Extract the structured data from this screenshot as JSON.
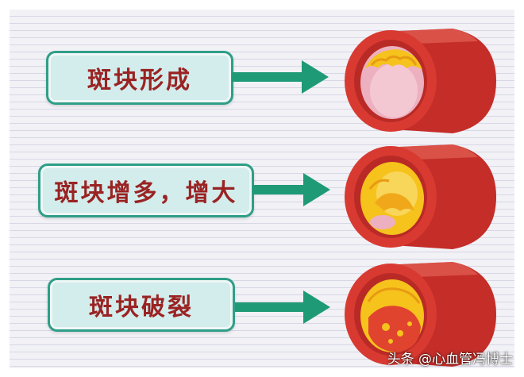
{
  "steps": [
    {
      "label": "斑块形成"
    },
    {
      "label": "斑块增多，增大"
    },
    {
      "label": "斑块破裂"
    }
  ],
  "watermark": {
    "text": "头条 @心血管冯博士"
  },
  "colors": {
    "label_fill": "#d3ecec",
    "label_border": "#2f9e87",
    "label_text": "#9a2323",
    "arrow": "#1f9a77",
    "vessel_red": "#d2322c",
    "plaque_yellow": "#f6c21c"
  }
}
